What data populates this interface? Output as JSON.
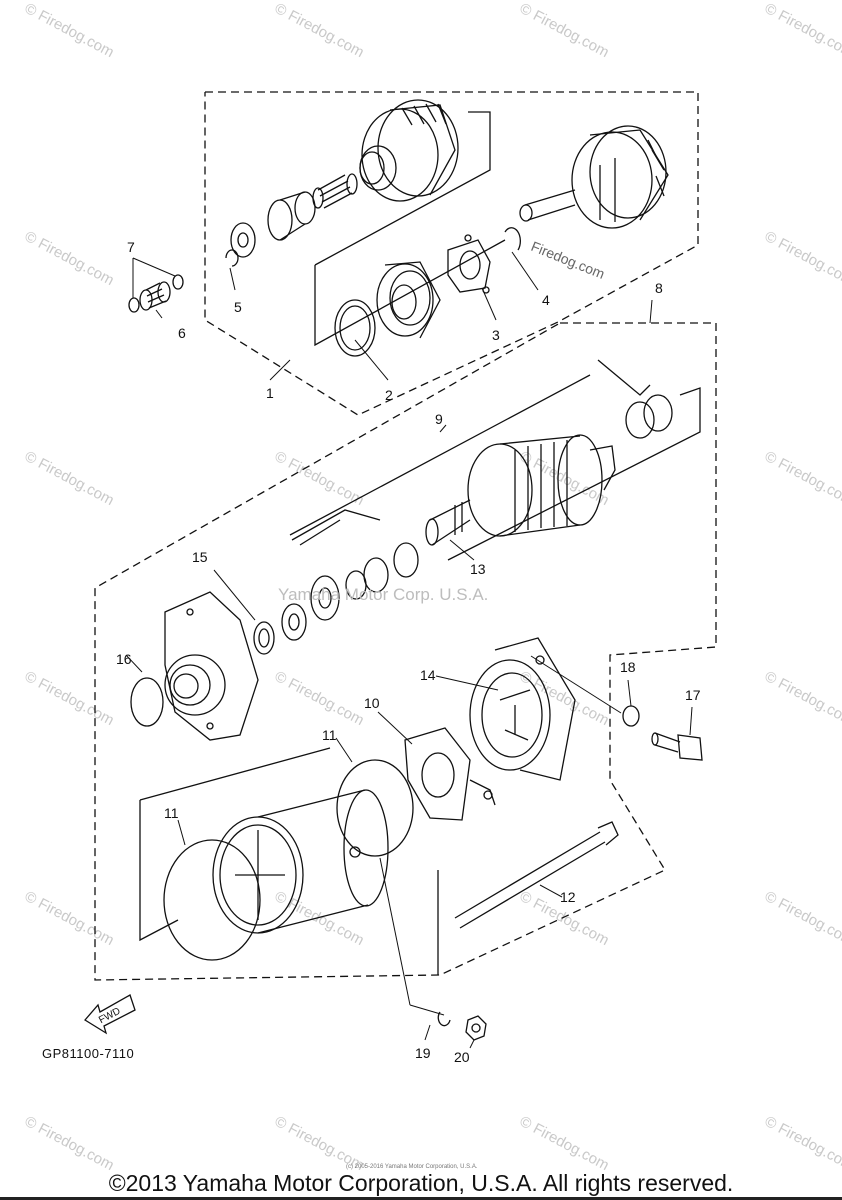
{
  "watermark_text": "© Firedog.com",
  "center_watermark": "Yamaha Motor Corp. U.S.A.",
  "inline_watermark": "Firedog.com",
  "diagram_code": "GP81100-7110",
  "fwd_label": "FWD",
  "small_copyright": "(c) 2005-2016 Yamaha Motor Corporation, U.S.A.",
  "copyright": "©2013 Yamaha Motor Corporation, U.S.A. All rights reserved.",
  "callouts": {
    "c1": "1",
    "c2": "2",
    "c3": "3",
    "c4": "4",
    "c5": "5",
    "c6": "6",
    "c7": "7",
    "c8": "8",
    "c9": "9",
    "c10": "10",
    "c11a": "11",
    "c11b": "11",
    "c12": "12",
    "c13": "13",
    "c14": "14",
    "c15": "15",
    "c16": "16",
    "c17": "17",
    "c18": "18",
    "c19": "19",
    "c20": "20"
  }
}
